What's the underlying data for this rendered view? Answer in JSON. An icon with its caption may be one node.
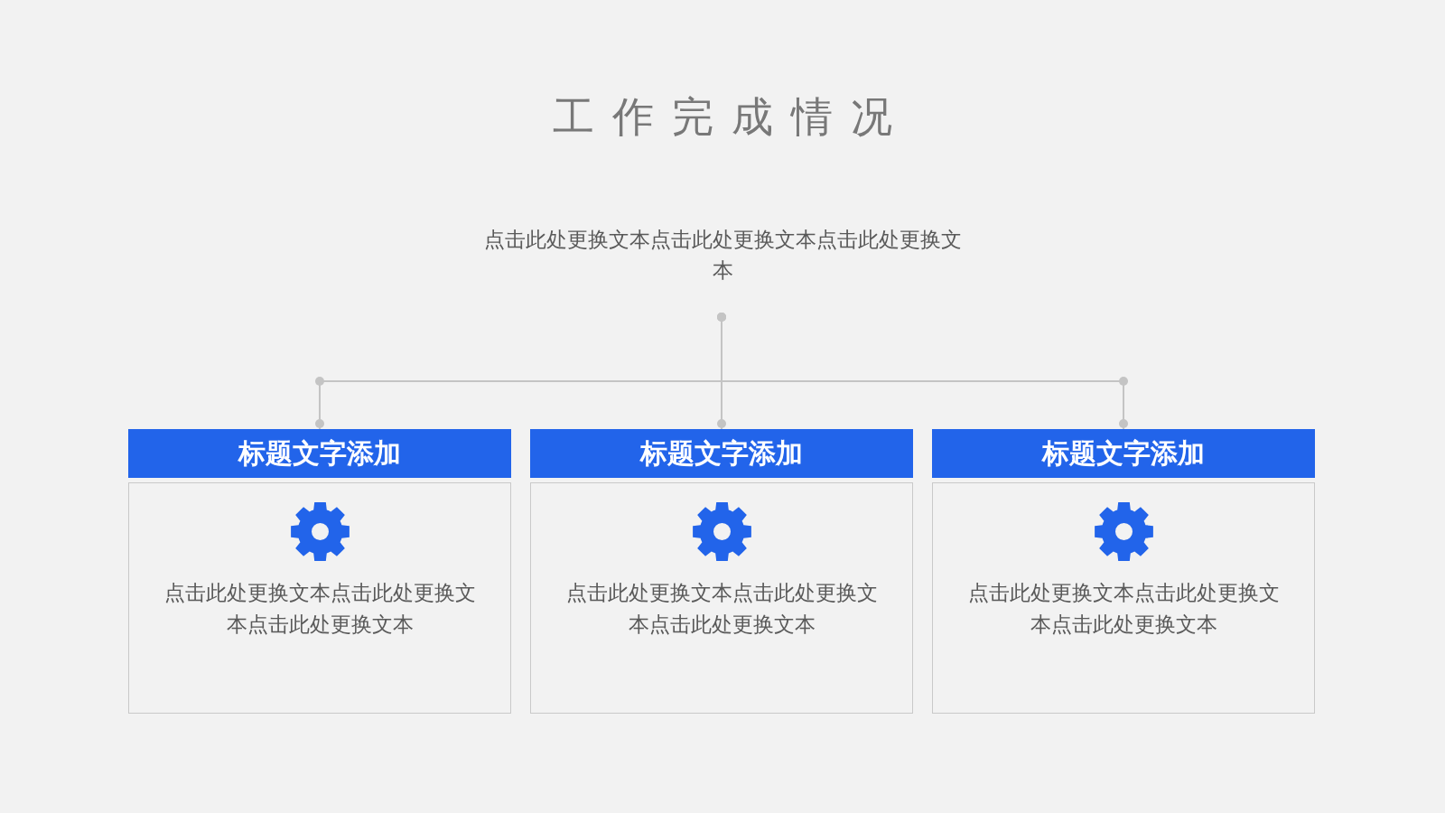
{
  "diagram": {
    "title": "工作完成情况",
    "nodes": [
      {
        "text": [
          "标题文字添加"
        ]
      },
      {
        "text": [
          "点击此处更换文本点击此处更换文本点击此处更换文本"
        ]
      },
      {
        "text": [
          "标题文字添加"
        ]
      },
      {
        "text": [
          "点击此处更换文本点击此处更换文本点击此处更换文本"
        ]
      },
      {
        "text": [
          "标题文字添加"
        ]
      },
      {
        "text": [
          "点击此处更换文本点击此处更换文本点击此处更换文本"
        ]
      }
    ],
    "edges": [
      {
        "from": null,
        "to": 0,
        "arrow": "other"
      },
      {
        "from": null,
        "to": 2,
        "arrow": "other"
      },
      {
        "from": null,
        "to": 4,
        "arrow": "other"
      }
    ],
    "labels": [
      "点击此处更换文本点击此处更换文本点击此处更换文本"
    ]
  }
}
